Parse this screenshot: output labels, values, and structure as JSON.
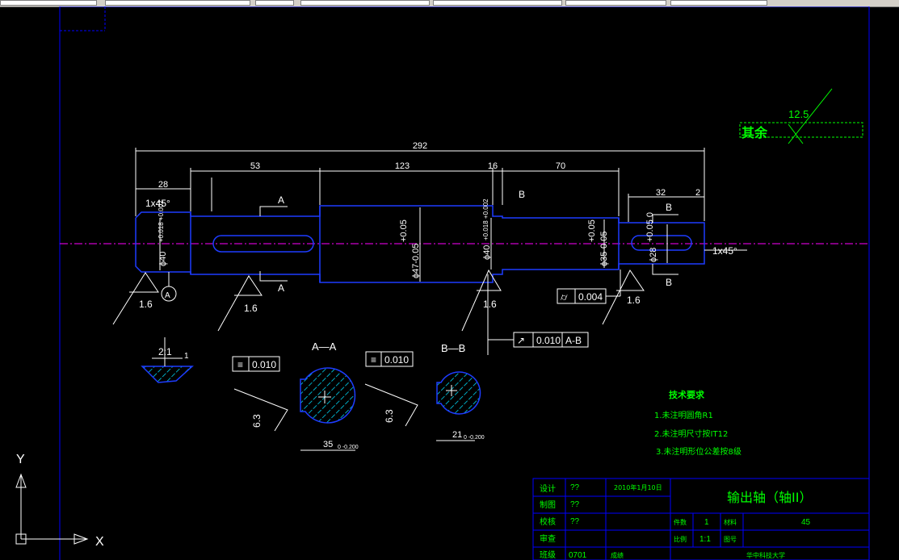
{
  "app": {
    "name": "CAD drawing viewer"
  },
  "colors": {
    "background": "#000000",
    "frame": "#0000ff",
    "part_outline": "#1e3cff",
    "dimension": "#ffffff",
    "centerline": "#ff00ff",
    "hatch": "#00e0ff",
    "text_green": "#00ff00"
  },
  "drawing": {
    "dimensions": {
      "overall": "292",
      "len_28": "28",
      "len_53": "53",
      "len_123": "123",
      "len_16": "16",
      "len_70": "70",
      "len_32": "32",
      "len_2": "2",
      "chamfer_left": "1x45°",
      "chamfer_right": "1x45°",
      "dia_40_left": "ϕ40",
      "dia_40_left_tol": "+0.018\n+0.002",
      "dia_47": "ϕ47-0.05",
      "dia_47_tol": "+0.05",
      "dia_40_mid": "ϕ40",
      "dia_40_mid_tol": "+0.018\n+0.002",
      "dia_35": "ϕ35-0.05",
      "dia_35_tol": "+0.05",
      "dia_28": "ϕ28",
      "dia_28_tol": "+0.05\n0",
      "scale_label": "2:1",
      "scale_one": "1",
      "keyway_depth_aa": "35",
      "keyway_depth_aa_tol": "0\n-0.200",
      "keyway_depth_bb": "21",
      "keyway_depth_bb_tol": "0\n-0.200"
    },
    "roughness": {
      "r1": "1.6",
      "r2": "1.6",
      "r3": "1.6",
      "r4": "1.6",
      "r_aa": "6.3",
      "r_bb": "6.3",
      "rest_value": "12.5",
      "rest_label": "其余"
    },
    "datums": {
      "a": "A",
      "datum_circle": "A",
      "b": "B"
    },
    "section_labels": {
      "aa": "A—A",
      "bb": "B—B",
      "a_mark": "A",
      "b_mark": "B"
    },
    "tolerance_frames": {
      "sym_aa_value": "0.010",
      "sym_bb_value": "0.010",
      "cyl_value": "0.004",
      "runout_value": "0.010",
      "runout_datum": "A-B"
    },
    "tech_requirements": {
      "title": "技术要求",
      "items": [
        "1.未注明圆角R1",
        "2.未注明尺寸按IT12",
        "3.未注明形位公差按8级"
      ]
    },
    "title_block": {
      "design_label": "设计",
      "design_value": "??",
      "design_date": "2010年1月10日",
      "draw_label": "制图",
      "draw_value": "??",
      "check_label": "校核",
      "check_value": "??",
      "review_label": "审查",
      "class_label": "班级",
      "class_value": "0701",
      "title": "输出轴（轴II）",
      "qty_label": "件数",
      "qty_value": "1",
      "material_label": "材料",
      "material_value": "45",
      "scale_label": "比例",
      "scale_value": "1:1",
      "drawing_no_label": "图号",
      "school": "华中科技大学",
      "name_label": "成绩"
    },
    "ucs": {
      "x_label": "X",
      "y_label": "Y"
    }
  }
}
